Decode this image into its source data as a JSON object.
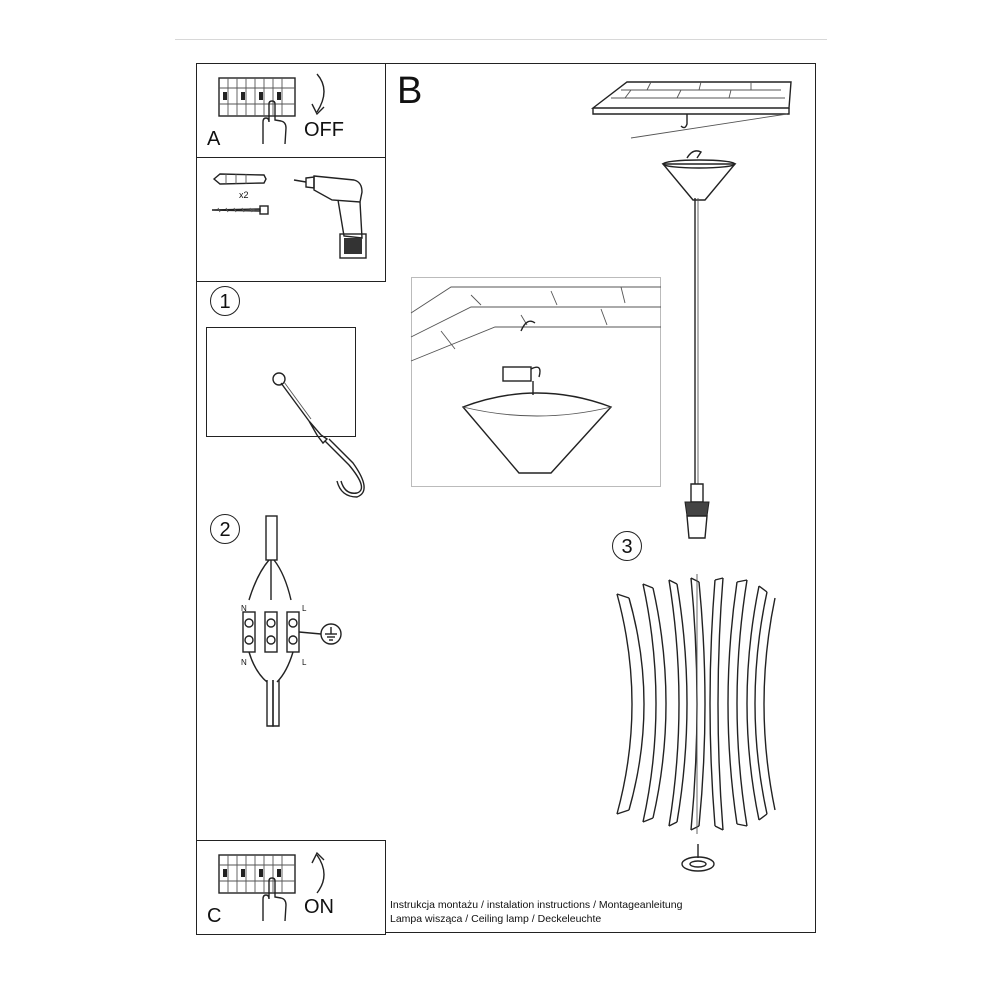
{
  "sections": {
    "a_letter": "A",
    "a_action": "OFF",
    "tools_qty": "x2",
    "b_letter": "B",
    "c_letter": "C",
    "c_action": "ON",
    "step1": "1",
    "step2": "2",
    "step3": "3"
  },
  "wiring": {
    "n_top": "N",
    "n_bottom": "N",
    "l_top": "L",
    "l_bottom": "L"
  },
  "footer": {
    "line1": "Instrukcja montażu / instalation instructions / Montageanleitung",
    "line2": "Lampa wisząca / Ceiling lamp / Deckeleuchte"
  },
  "icons": [
    "breaker-panel-icon",
    "hand-icon",
    "curved-arrow-down-icon",
    "curved-arrow-up-icon",
    "wall-plug-icon",
    "screw-icon",
    "drill-icon",
    "ceiling-hook-icon",
    "ground-symbol-icon"
  ]
}
